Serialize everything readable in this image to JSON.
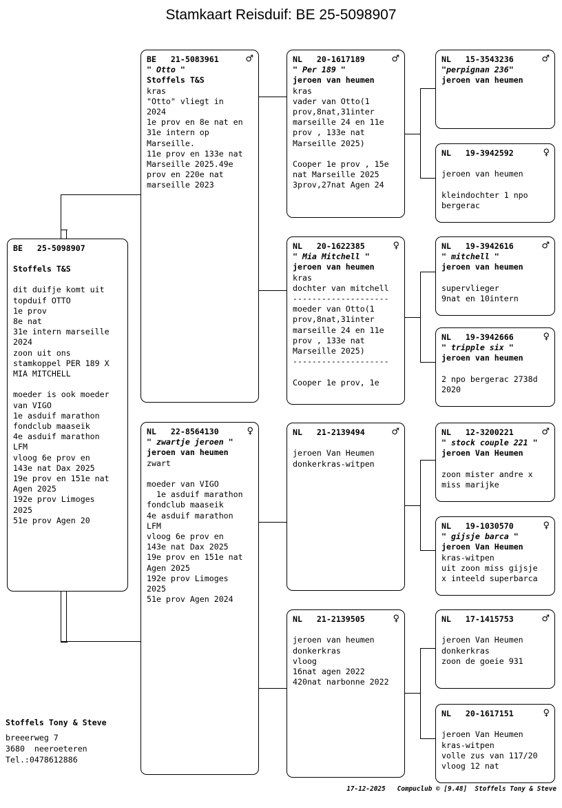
{
  "title": "Stamkaart Reisduif: BE  25-5098907",
  "symbols": {
    "male": "♂",
    "female": "♀"
  },
  "subject": {
    "ring": "BE   25-5098907",
    "sex": "",
    "nick": "",
    "owner": "Stoffels T&S",
    "notes": "dit duifje komt uit\ntopduif OTTO\n1e prov\n8e nat\n31e intern marseille\n2024\nzoon uit ons\nstamkoppel PER 189 X\nMIA MITCHELL\n\nmoeder is ook moeder\nvan VIGO\n1e asduif marathon\nfondclub maaseik\n4e asduif marathon\nLFM\nvloog 6e prov en\n143e nat Dax 2025\n19e prov en 151e nat\nAgen 2025\n192e prov Limoges\n2025\n51e prov Agen 20"
  },
  "father": {
    "ring": "BE   21-5083961",
    "sex": "♂",
    "nick": "\" Otto \"",
    "owner": "Stoffels T&S",
    "notes": "kras\n\"Otto\" vliegt in\n2024\n1e prov en 8e nat en\n31e intern op\nMarseille.\n11e prov en 133e nat\nMarseille 2025.49e\nprov en 220e nat\nmarseille 2023"
  },
  "mother": {
    "ring": "NL   22-8564130",
    "sex": "♀",
    "nick": "\" zwartje jeroen \"",
    "owner": "jeroen van heumen",
    "notes": "zwart\n\nmoeder van VIGO\n  1e asduif marathon\nfondclub maaseik\n4e asduif marathon\nLFM\nvloog 6e prov en\n143e nat Dax 2025\n19e prov en 151e nat\nAgen 2025\n192e prov Limoges\n2025\n51e prov Agen 2024"
  },
  "grandparents": [
    {
      "ring": "NL   20-1617189",
      "sex": "♂",
      "nick": "\" Per 189 \"",
      "owner": "jeroen van heumen",
      "notes": "kras\nvader van Otto(1\nprov,8nat,31inter\nmarseille 24 en 11e\nprov , 133e nat\nMarseille 2025)\n\nCooper 1e prov , 15e\nnat Marseille 2025\n3prov,27nat Agen 24"
    },
    {
      "ring": "NL   20-1622385",
      "sex": "♀",
      "nick": "\" Mia Mitchell \"",
      "owner": "jeroen van heumen",
      "notes": "kras\ndochter van mitchell\n--------------------\nmoeder van Otto(1\nprov,8nat,31inter\nmarseille 24 en 11e\nprov , 133e nat\nMarseille 2025)\n--------------------\n\nCooper 1e prov, 1e"
    },
    {
      "ring": "NL   21-2139494",
      "sex": "♂",
      "nick": "",
      "owner": "",
      "notes": "\njeroen Van Heumen\ndonkerkras-witpen"
    },
    {
      "ring": "NL   21-2139505",
      "sex": "♀",
      "nick": "",
      "owner": "",
      "notes": "\njeroen van heumen\ndonkerkras\nvloog\n16nat agen 2022\n420nat narbonne 2022"
    }
  ],
  "greatgrandparents": [
    {
      "ring": "NL   15-3543236",
      "sex": "♂",
      "nick": "\"perpignan 236\"",
      "owner": "jeroen van heumen",
      "notes": ""
    },
    {
      "ring": "NL   19-3942592",
      "sex": "♀",
      "nick": "",
      "owner": "",
      "notes": "\njeroen van heumen\n\nkleindochter 1 npo\nbergerac"
    },
    {
      "ring": "NL   19-3942616",
      "sex": "♂",
      "nick": "\" mitchell \"",
      "owner": "jeroen van heumen",
      "notes": "\nsupervlieger\n9nat en 10intern"
    },
    {
      "ring": "NL   19-3942666",
      "sex": "♀",
      "nick": "\" tripple six \"",
      "owner": "jeroen van heumen",
      "notes": "\n2 npo bergerac 2738d\n2020"
    },
    {
      "ring": "NL   12-3200221",
      "sex": "♂",
      "nick": "\" stock couple 221 \"",
      "owner": "jeroen Van Heumen",
      "notes": "\nzoon mister andre x\nmiss marijke"
    },
    {
      "ring": "NL   19-1030570",
      "sex": "♀",
      "nick": "\" gijsje barca \"",
      "owner": "jeroen Van Heumen",
      "notes": "kras-witpen\nuit zoon miss gijsje\nx inteeld superbarca"
    },
    {
      "ring": "NL   17-1415753",
      "sex": "♂",
      "nick": "",
      "owner": "",
      "notes": "\njeroen Van Heumen\ndonkerkras\nzoon de goeie 931"
    },
    {
      "ring": "NL   20-1617151",
      "sex": "♀",
      "nick": "",
      "owner": "",
      "notes": "\njeroen Van Heumen\nkras-witpen\nvolle zus van 117/20\nvloog 12 nat"
    }
  ],
  "owner_block": {
    "name": "Stoffels Tony & Steve",
    "street": "breeerweg 7",
    "city": "3680  neeroeteren",
    "phone": "Tel.:0478612886"
  },
  "footer": "17-12-2025   Compuclub © [9.48]  Stoffels Tony & Steve"
}
